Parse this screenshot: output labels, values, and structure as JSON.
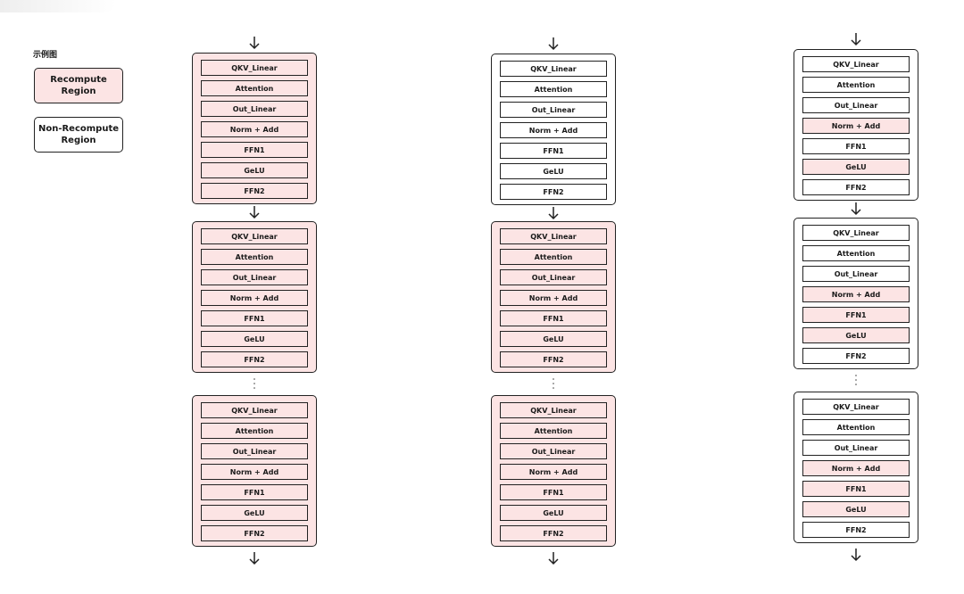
{
  "legend": {
    "title": "示例图",
    "recompute_label": "Recompute\nRegion",
    "nonrecompute_label": "Non-Recompute\nRegion"
  },
  "colors": {
    "recompute_fill": "#fce4e4",
    "plain_fill": "#ffffff",
    "border": "#222222"
  },
  "columns": [
    {
      "blocks": [
        {
          "recompute": true,
          "layers": [
            {
              "label": "QKV_Linear",
              "recompute": true
            },
            {
              "label": "Attention",
              "recompute": true
            },
            {
              "label": "Out_Linear",
              "recompute": true
            },
            {
              "label": "Norm + Add",
              "recompute": true
            },
            {
              "label": "FFN1",
              "recompute": true
            },
            {
              "label": "GeLU",
              "recompute": true
            },
            {
              "label": "FFN2",
              "recompute": true
            }
          ]
        },
        {
          "recompute": true,
          "layers": [
            {
              "label": "QKV_Linear",
              "recompute": true
            },
            {
              "label": "Attention",
              "recompute": true
            },
            {
              "label": "Out_Linear",
              "recompute": true
            },
            {
              "label": "Norm + Add",
              "recompute": true
            },
            {
              "label": "FFN1",
              "recompute": true
            },
            {
              "label": "GeLU",
              "recompute": true
            },
            {
              "label": "FFN2",
              "recompute": true
            }
          ]
        },
        {
          "recompute": true,
          "layers": [
            {
              "label": "QKV_Linear",
              "recompute": true
            },
            {
              "label": "Attention",
              "recompute": true
            },
            {
              "label": "Out_Linear",
              "recompute": true
            },
            {
              "label": "Norm + Add",
              "recompute": true
            },
            {
              "label": "FFN1",
              "recompute": true
            },
            {
              "label": "GeLU",
              "recompute": true
            },
            {
              "label": "FFN2",
              "recompute": true
            }
          ]
        }
      ]
    },
    {
      "blocks": [
        {
          "recompute": false,
          "layers": [
            {
              "label": "QKV_Linear",
              "recompute": false
            },
            {
              "label": "Attention",
              "recompute": false
            },
            {
              "label": "Out_Linear",
              "recompute": false
            },
            {
              "label": "Norm + Add",
              "recompute": false
            },
            {
              "label": "FFN1",
              "recompute": false
            },
            {
              "label": "GeLU",
              "recompute": false
            },
            {
              "label": "FFN2",
              "recompute": false
            }
          ]
        },
        {
          "recompute": true,
          "layers": [
            {
              "label": "QKV_Linear",
              "recompute": true
            },
            {
              "label": "Attention",
              "recompute": true
            },
            {
              "label": "Out_Linear",
              "recompute": true
            },
            {
              "label": "Norm + Add",
              "recompute": true
            },
            {
              "label": "FFN1",
              "recompute": true
            },
            {
              "label": "GeLU",
              "recompute": true
            },
            {
              "label": "FFN2",
              "recompute": true
            }
          ]
        },
        {
          "recompute": true,
          "layers": [
            {
              "label": "QKV_Linear",
              "recompute": true
            },
            {
              "label": "Attention",
              "recompute": true
            },
            {
              "label": "Out_Linear",
              "recompute": true
            },
            {
              "label": "Norm + Add",
              "recompute": true
            },
            {
              "label": "FFN1",
              "recompute": true
            },
            {
              "label": "GeLU",
              "recompute": true
            },
            {
              "label": "FFN2",
              "recompute": true
            }
          ]
        }
      ]
    },
    {
      "blocks": [
        {
          "recompute": false,
          "layers": [
            {
              "label": "QKV_Linear",
              "recompute": false
            },
            {
              "label": "Attention",
              "recompute": false
            },
            {
              "label": "Out_Linear",
              "recompute": false
            },
            {
              "label": "Norm + Add",
              "recompute": true
            },
            {
              "label": "FFN1",
              "recompute": false
            },
            {
              "label": "GeLU",
              "recompute": true
            },
            {
              "label": "FFN2",
              "recompute": false
            }
          ]
        },
        {
          "recompute": false,
          "layers": [
            {
              "label": "QKV_Linear",
              "recompute": false
            },
            {
              "label": "Attention",
              "recompute": false
            },
            {
              "label": "Out_Linear",
              "recompute": false
            },
            {
              "label": "Norm + Add",
              "recompute": true
            },
            {
              "label": "FFN1",
              "recompute": true
            },
            {
              "label": "GeLU",
              "recompute": true
            },
            {
              "label": "FFN2",
              "recompute": false
            }
          ]
        },
        {
          "recompute": false,
          "layers": [
            {
              "label": "QKV_Linear",
              "recompute": false
            },
            {
              "label": "Attention",
              "recompute": false
            },
            {
              "label": "Out_Linear",
              "recompute": false
            },
            {
              "label": "Norm + Add",
              "recompute": true
            },
            {
              "label": "FFN1",
              "recompute": true
            },
            {
              "label": "GeLU",
              "recompute": true
            },
            {
              "label": "FFN2",
              "recompute": false
            }
          ]
        }
      ]
    }
  ]
}
